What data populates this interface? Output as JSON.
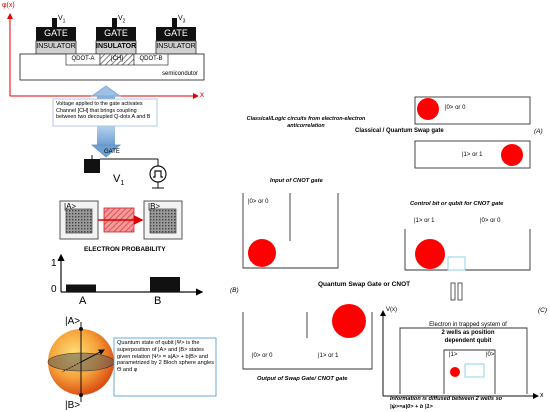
{
  "top_left": {
    "axis_y": "φ(x)",
    "axis_x": "x",
    "gates": [
      "GATE",
      "GATE",
      "GATE"
    ],
    "voltages": [
      "V",
      "V",
      "V"
    ],
    "voltage_subs": [
      "1",
      "2",
      "3"
    ],
    "insulators": [
      "INSULATOR",
      "INSULATOR",
      "INSULATOR"
    ],
    "qdot_a": "QDOT-A",
    "channel": "[CH]",
    "qdot_b": "QDOT-B",
    "substrate": "semicondutor"
  },
  "note": "Voltage applied to the gate activates Channel [CH] that brings coupling between two decoupled Q-dots A and B",
  "switch": {
    "gate": "GATE",
    "v": "V",
    "v_sub": "1"
  },
  "qdots": {
    "a": "|A>",
    "b": "|B>"
  },
  "probability": {
    "title": "ELECTRON PROBABILITY",
    "y_top": "1",
    "y_bottom": "0",
    "x_a": "A",
    "x_b": "B"
  },
  "chart_data": {
    "type": "bar",
    "title": "ELECTRON PROBABILITY",
    "categories": [
      "A",
      "B"
    ],
    "values": [
      0.25,
      0.5
    ],
    "ylim": [
      0,
      1
    ]
  },
  "bloch": {
    "top": "|A>",
    "bottom": "|B>",
    "text": "Quantum state of qubit |Ψ> is the superposition of |A> and |B> states given relation |Ψ> = a|A> + b|B> and parametrized by 2 Bloch sphere angles Θ and φ"
  },
  "right": {
    "classical_title": "Classical/Logic circuits from electron-electron anticorrelation",
    "swap_title": "Classical / Quantum Swap gate",
    "box1_label": "|0> or 0",
    "box2_label": "|1> or 1",
    "label_A": "(A)",
    "cnot_input_title": "Input of CNOT gate",
    "cnot_input_label": "|0> or 0",
    "control_title": "Control bit or qubit for CNOT gate",
    "control_left": "|1> or 1",
    "control_right": "|0> or 0",
    "swap_cnot_title": "Quantum Swap Gate or CNOT",
    "label_B": "(B)",
    "output_left": "|0> or 0",
    "output_right": "|1> or 1",
    "output_title": "Output of Swap Gate/ CNOT gate",
    "pot_axis": "V(x)",
    "pot_x": "x",
    "label_C": "(C)",
    "pot_desc_1": "Electron in trapped system of",
    "pot_desc_2": "2 wells as position",
    "pot_desc_3": "dependent qubit",
    "well_left": "|1>",
    "well_right": "|0>",
    "diffused_1": "Information is diffused between 2 wells so",
    "diffused_2": "|ψ>=a|0> + b |1>"
  },
  "colors": {
    "red": "#ff0000",
    "blue_arrow": "#9ec0e4",
    "cyan": "#8fd3e8"
  }
}
